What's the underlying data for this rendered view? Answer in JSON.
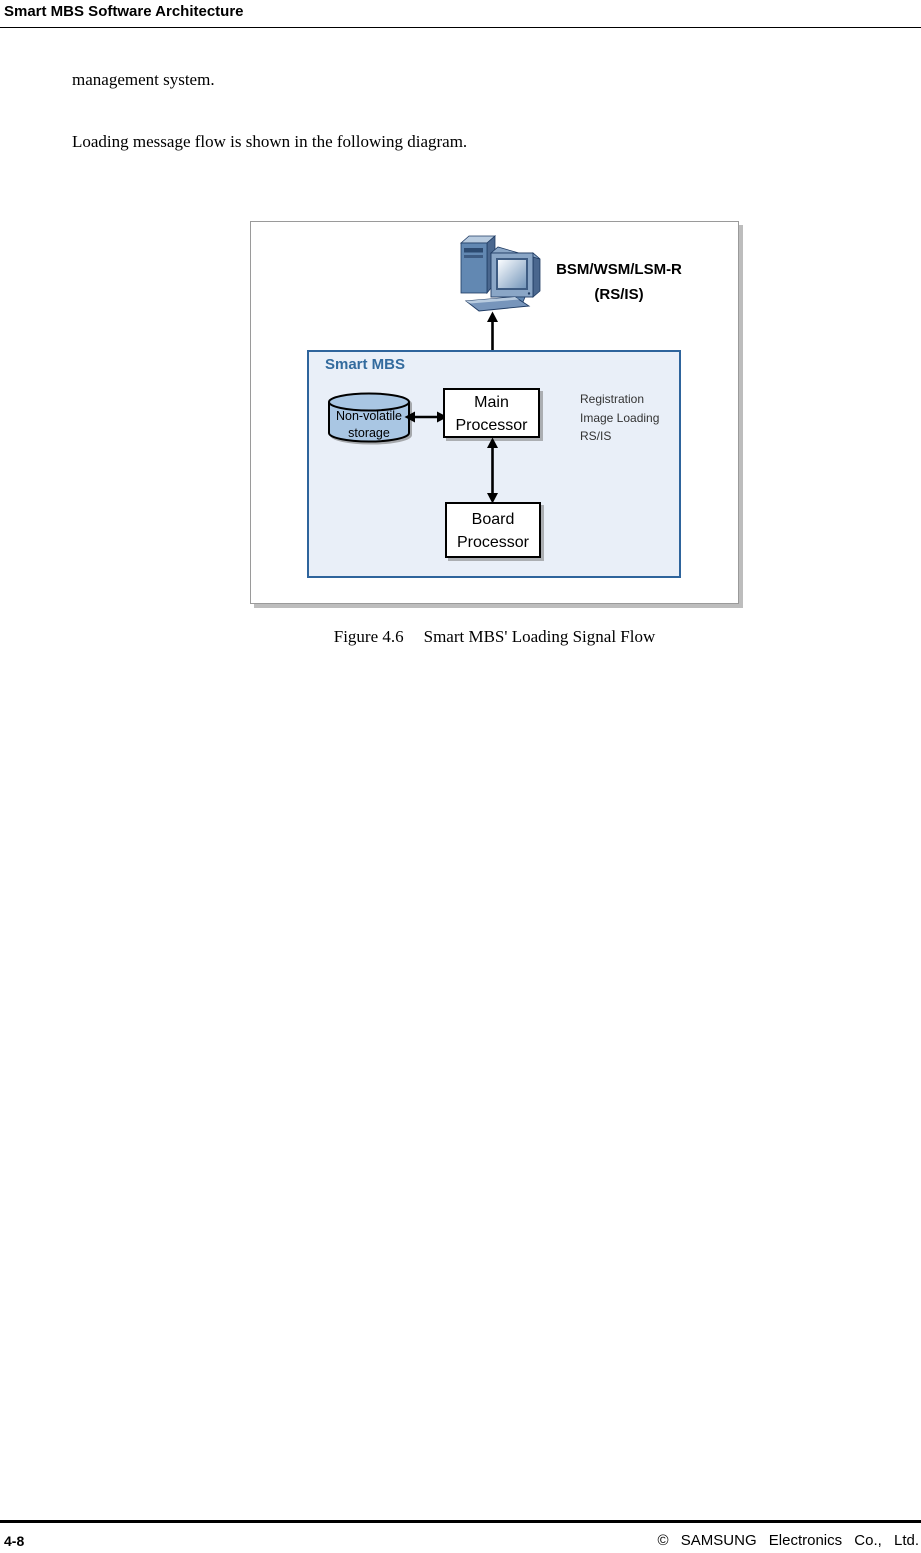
{
  "header": {
    "title": "Smart MBS Software Architecture"
  },
  "body": {
    "paragraph1": "management system.",
    "paragraph2": "Loading message flow is shown in the following diagram."
  },
  "diagram": {
    "computer_label_line1": "BSM/WSM/LSM-R",
    "computer_label_line2": "(RS/IS)",
    "smart_mbs_label": "Smart MBS",
    "storage_line1": "Non-volatile",
    "storage_line2": "storage",
    "main_processor_line1": "Main",
    "main_processor_line2": "Processor",
    "board_processor_line1": "Board",
    "board_processor_line2": "Processor",
    "side_note_line1": "Registration",
    "side_note_line2": "Image Loading",
    "side_note_line3": "RS/IS",
    "icons": [
      "computer-icon",
      "database-cylinder-icon",
      "double-arrow-icon"
    ],
    "colors": {
      "smart_mbs_fill": "#e9eff8",
      "smart_mbs_border": "#2e649c",
      "smart_mbs_label_blue": "#336b9e",
      "cylinder_fill": "#a9c6e3",
      "pc_steel_blue": "#6288b2",
      "frame_shadow_gray": "#bdbdbd"
    }
  },
  "caption": {
    "label": "Figure 4.6",
    "title": "Smart  MBS' Loading Signal Flow"
  },
  "footer": {
    "page_number": "4-8",
    "copyright": "© SAMSUNG Electronics Co., Ltd."
  }
}
